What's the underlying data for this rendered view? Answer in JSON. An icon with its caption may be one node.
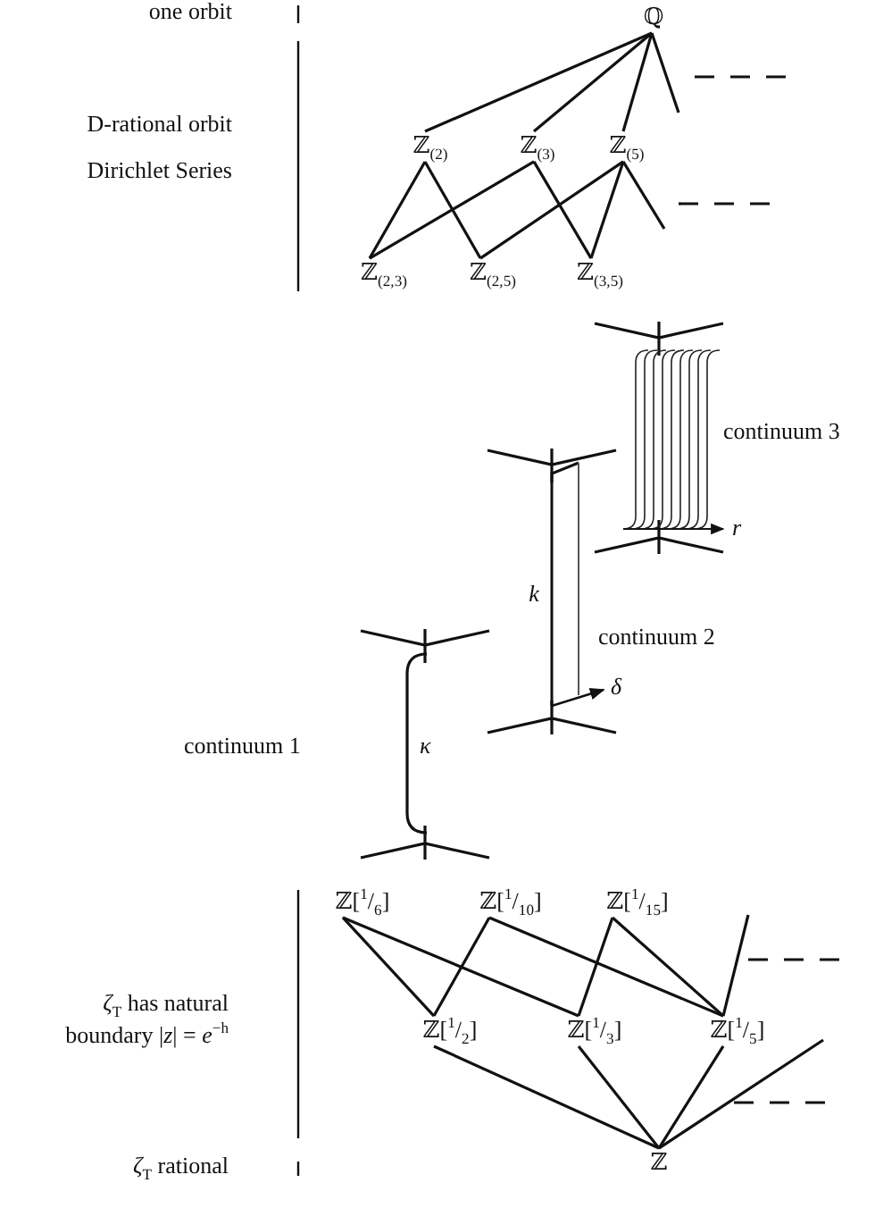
{
  "diagram": {
    "nodes": [
      {
        "text": [
          "ℚ"
        ]
      },
      {
        "text": [
          "ℤ$_{(2)}$"
        ]
      },
      {
        "text": [
          "ℤ$_{(3)}$"
        ]
      },
      {
        "text": [
          "ℤ$_{(5)}$"
        ]
      },
      {
        "text": [
          "ℤ$_{(2,3)}$"
        ]
      },
      {
        "text": [
          "ℤ$_{(2,5)}$"
        ]
      },
      {
        "text": [
          "ℤ$_{(3,5)}$"
        ]
      },
      {
        "text": [
          "ℤ[$^{1}$/$_{6}$]"
        ]
      },
      {
        "text": [
          "ℤ[$^{1}$/$_{10}$]"
        ]
      },
      {
        "text": [
          "ℤ[$^{1}$/$_{15}$]"
        ]
      },
      {
        "text": [
          "ℤ[$^{1}$/$_{2}$]"
        ]
      },
      {
        "text": [
          "ℤ[$^{1}$/$_{3}$]"
        ]
      },
      {
        "text": [
          "ℤ[$^{1}$/$_{5}$]"
        ]
      },
      {
        "text": [
          "ℤ"
        ]
      }
    ],
    "edges": [
      {
        "from": 0,
        "to": 1,
        "arrow": "none"
      },
      {
        "from": 0,
        "to": 2,
        "arrow": "none"
      },
      {
        "from": 0,
        "to": 3,
        "arrow": "none"
      },
      {
        "from": 0,
        "to": null,
        "arrow": "none"
      },
      {
        "from": 1,
        "to": 4,
        "arrow": "none"
      },
      {
        "from": 1,
        "to": 5,
        "arrow": "none"
      },
      {
        "from": 2,
        "to": 4,
        "arrow": "none"
      },
      {
        "from": 2,
        "to": 6,
        "arrow": "none"
      },
      {
        "from": 3,
        "to": 5,
        "arrow": "none"
      },
      {
        "from": 3,
        "to": 6,
        "arrow": "none"
      },
      {
        "from": 3,
        "to": null,
        "arrow": "none"
      },
      {
        "from": 7,
        "to": 10,
        "arrow": "none"
      },
      {
        "from": 7,
        "to": 11,
        "arrow": "none"
      },
      {
        "from": 8,
        "to": 10,
        "arrow": "none"
      },
      {
        "from": 8,
        "to": 12,
        "arrow": "none"
      },
      {
        "from": 9,
        "to": 11,
        "arrow": "none"
      },
      {
        "from": 9,
        "to": 12,
        "arrow": "none"
      },
      {
        "from": null,
        "to": 12,
        "arrow": "none"
      },
      {
        "from": 10,
        "to": 13,
        "arrow": "none"
      },
      {
        "from": 11,
        "to": 13,
        "arrow": "none"
      },
      {
        "from": 12,
        "to": 13,
        "arrow": "none"
      },
      {
        "from": null,
        "to": 13,
        "arrow": "none"
      }
    ],
    "labels": [
      "one orbit",
      "D-rational orbit",
      "Dirichlet Series",
      "continuum 3",
      "r",
      "k",
      "continuum 2",
      "δ",
      "continuum 1",
      "κ",
      "*ζ*$_{T}$ has natural",
      "boundary |*z*| = *e*$^{−h}$",
      "*ζ*$_{T}$ rational"
    ]
  }
}
